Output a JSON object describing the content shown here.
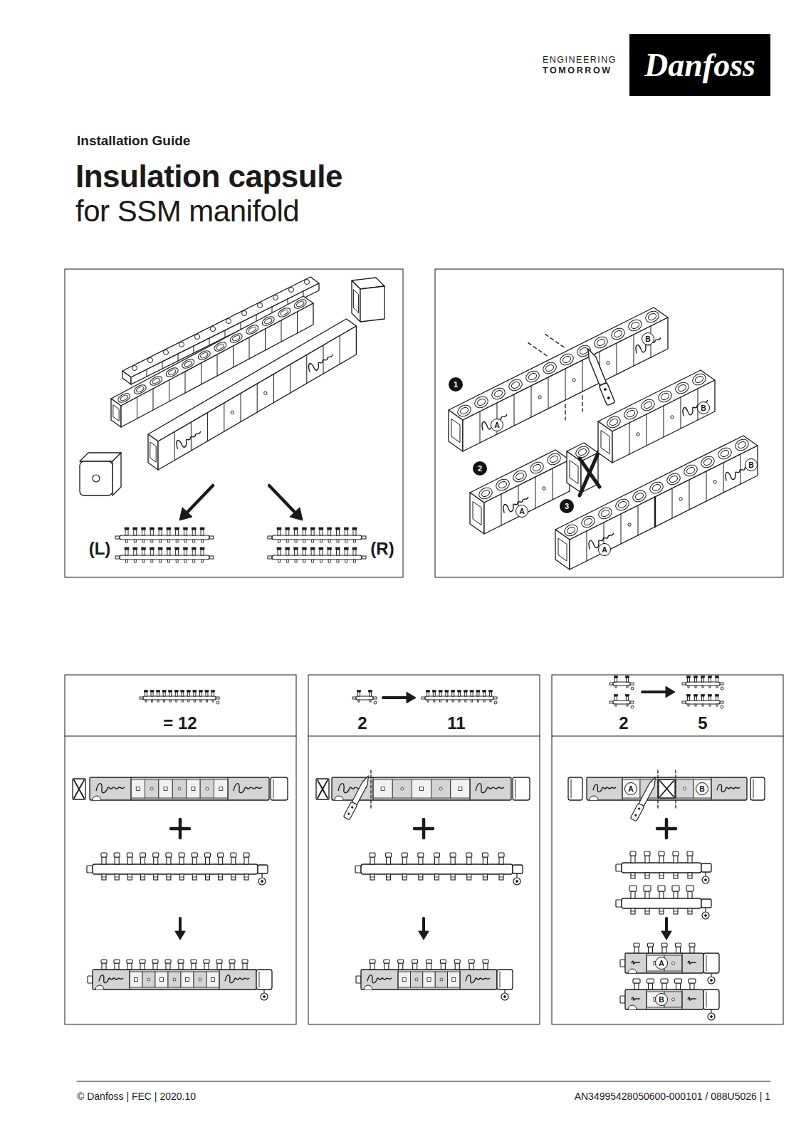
{
  "diagram": {
    "title": "Insulation capsule",
    "nodes": [
      {
        "text": [
          "Danfoss"
        ]
      },
      {
        "text": [
          "1"
        ]
      },
      {
        "text": [
          "A"
        ]
      },
      {
        "text": [
          "B"
        ]
      },
      {
        "text": [
          "B"
        ]
      },
      {
        "text": [
          "2"
        ]
      },
      {
        "text": [
          "A"
        ]
      },
      {
        "text": [
          "B"
        ]
      },
      {
        "text": [
          "3"
        ]
      },
      {
        "text": [
          "A"
        ]
      },
      {
        "text": [
          "A"
        ]
      },
      {
        "text": [
          "B"
        ]
      },
      {
        "text": [
          "A"
        ]
      },
      {
        "text": [
          "B"
        ]
      }
    ],
    "labels": [
      "ENGINEERING",
      "TOMORROW",
      "Installation Guide",
      "for SSM manifold",
      "(L)",
      "(R)",
      "= 12",
      "2",
      "11",
      "2",
      "5",
      "© Danfoss | FEC | 2020.10",
      "AN34995428050600-000101 / 088U5026 | 1"
    ]
  }
}
